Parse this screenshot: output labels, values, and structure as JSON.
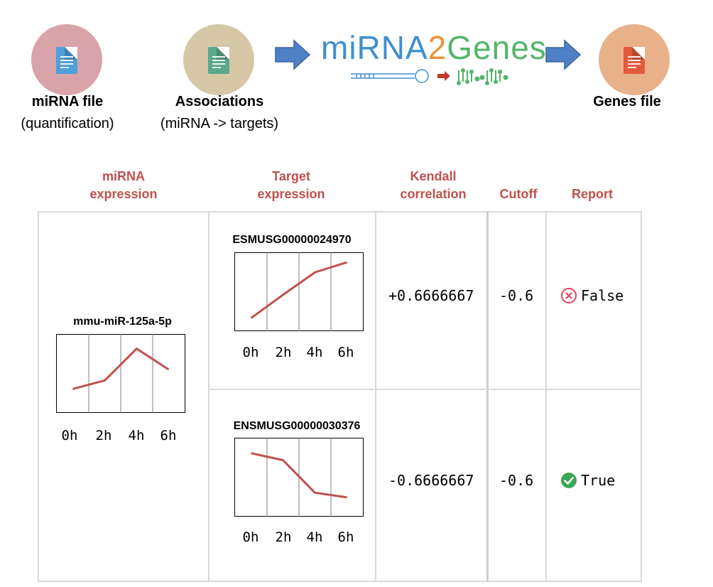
{
  "pipeline": {
    "inputs": [
      {
        "title": "miRNA file",
        "subtitle": "(quantification)",
        "circle_color": "#d9a3aa",
        "doc_color": "#4f9fdc"
      },
      {
        "title": "Associations",
        "subtitle": "(miRNA -> targets)",
        "circle_color": "#d6c7a6",
        "doc_color": "#5aa98b"
      }
    ],
    "tool_name_part1": "miRNA",
    "tool_name_part2": "2",
    "tool_name_part3": "Genes",
    "output": {
      "title": "Genes file",
      "circle_color": "#e8b18a",
      "doc_color": "#e35a3c"
    },
    "arrow_color": "#4f7fc4"
  },
  "table": {
    "headers": {
      "mirna_expression": [
        "miRNA",
        "expression"
      ],
      "target_expression": [
        "Target",
        "expression"
      ],
      "kendall": [
        "Kendall",
        "correlation"
      ],
      "cutoff": "Cutoff",
      "report": "Report"
    },
    "mirna": {
      "name": "mmu-miR-125a-5p"
    },
    "rows": [
      {
        "gene": "ESMUSG00000024970",
        "correlation": "+0.6666667",
        "cutoff": "-0.6",
        "report": "False",
        "report_icon": "cross-circle-icon"
      },
      {
        "gene": "ENSMUSG00000030376",
        "correlation": "-0.6666667",
        "cutoff": "-0.6",
        "report": "True",
        "report_icon": "check-circle-icon"
      }
    ]
  },
  "chart_data": [
    {
      "type": "line",
      "title": "mmu-miR-125a-5p",
      "categories": [
        "0h",
        "2h",
        "4h",
        "6h"
      ],
      "values": [
        0.3,
        0.41,
        0.82,
        0.55
      ],
      "ylim": [
        0,
        1
      ],
      "line_color": "#c0504d"
    },
    {
      "type": "line",
      "title": "ESMUSG00000024970",
      "categories": [
        "0h",
        "2h",
        "4h",
        "6h"
      ],
      "values": [
        0.16,
        0.46,
        0.75,
        0.88
      ],
      "ylim": [
        0,
        1
      ],
      "line_color": "#c0504d"
    },
    {
      "type": "line",
      "title": "ENSMUSG00000030376",
      "categories": [
        "0h",
        "2h",
        "4h",
        "6h"
      ],
      "values": [
        0.81,
        0.72,
        0.3,
        0.24
      ],
      "ylim": [
        0,
        1
      ],
      "line_color": "#c0504d"
    }
  ]
}
